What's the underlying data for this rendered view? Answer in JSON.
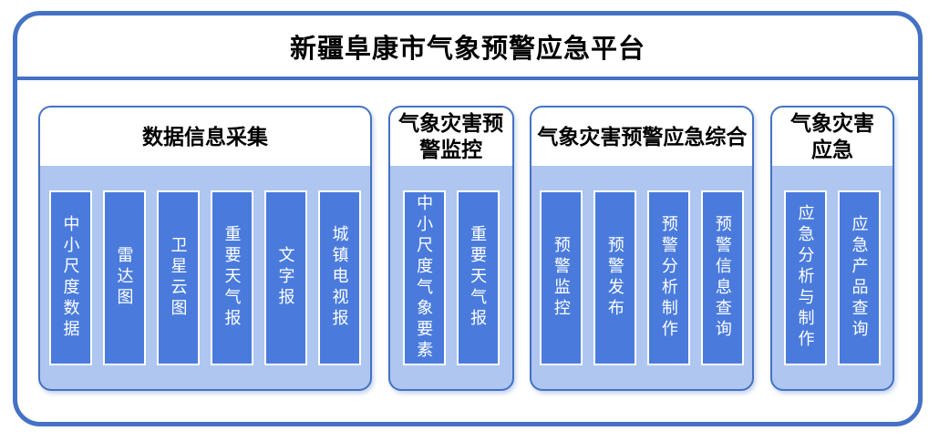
{
  "title": "新疆阜康市气象预警应急平台",
  "groups": [
    {
      "header": "数据信息采集",
      "items": [
        "中小尺度数据",
        "雷达图",
        "卫星云图",
        "重要天气报",
        "文字报",
        "城镇电视报"
      ]
    },
    {
      "header": "气象灾害预\n警监控",
      "items": [
        "中小尺度气象要素",
        "重要天气报"
      ]
    },
    {
      "header": "气象灾害预警应急综合",
      "items": [
        "预警监控",
        "预警发布",
        "预警分析制作",
        "预警信息查询"
      ]
    },
    {
      "header": "气象灾害\n应急",
      "items": [
        "应急分析与制作",
        "应急产品查询"
      ]
    }
  ],
  "colors": {
    "frame_border": "#4472C4",
    "group_border": "#4472C4",
    "group_body_fill": "#AEC6F0",
    "item_fill": "#4A7BDC",
    "item_border": "#FFFFFF",
    "item_text": "#FFFFFF",
    "title_text": "#000000"
  }
}
